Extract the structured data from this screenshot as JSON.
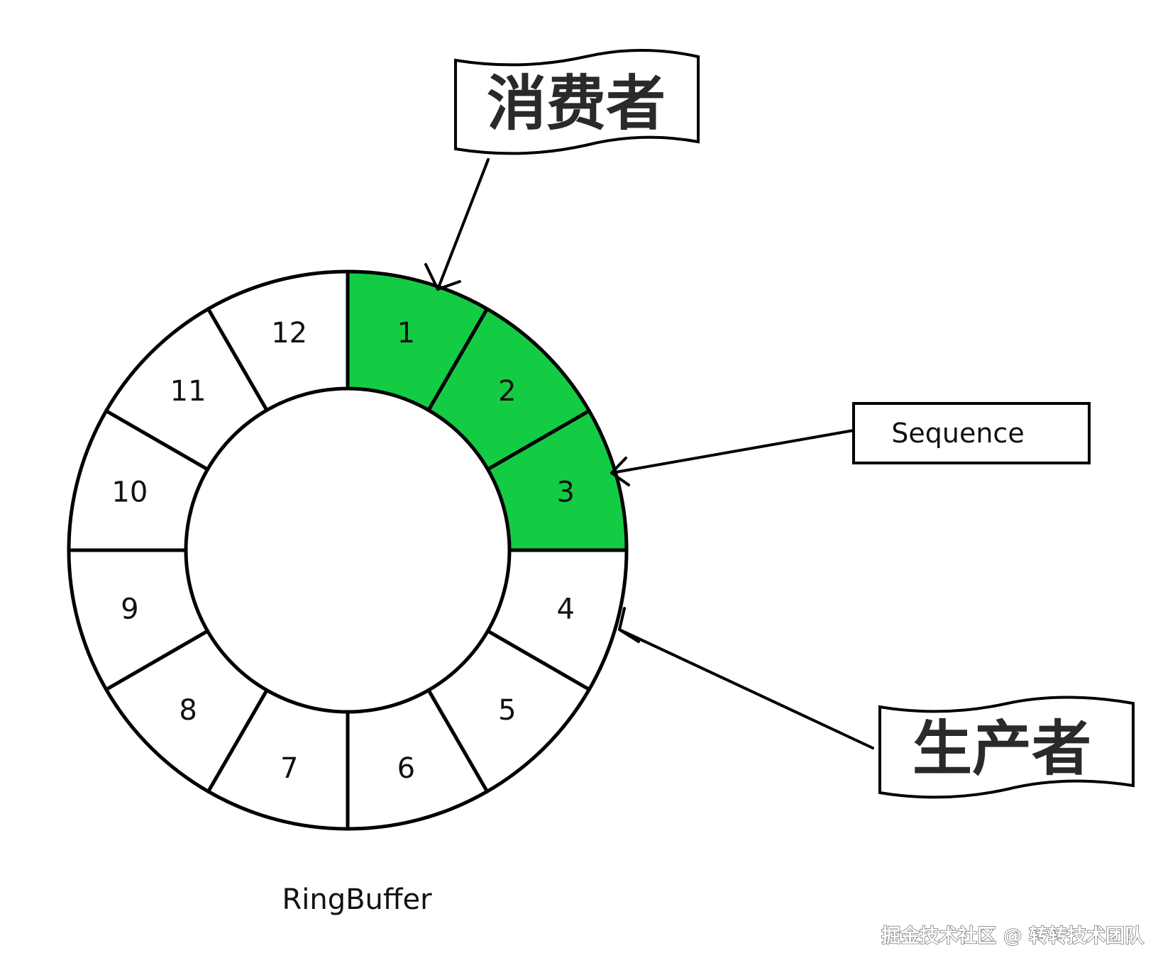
{
  "consumer_label": "消费者",
  "producer_label": "生产者",
  "sequence_label": "Sequence",
  "caption": "RingBuffer",
  "watermark": "掘金技术社区 @ 转转技术团队",
  "colors": {
    "highlight": "#13CC44",
    "stroke": "#000000",
    "background": "#FFFFFF"
  },
  "slots": [
    {
      "label": "1",
      "highlighted": true
    },
    {
      "label": "2",
      "highlighted": true
    },
    {
      "label": "3",
      "highlighted": true
    },
    {
      "label": "4",
      "highlighted": false
    },
    {
      "label": "5",
      "highlighted": false
    },
    {
      "label": "6",
      "highlighted": false
    },
    {
      "label": "7",
      "highlighted": false
    },
    {
      "label": "8",
      "highlighted": false
    },
    {
      "label": "9",
      "highlighted": false
    },
    {
      "label": "10",
      "highlighted": false
    },
    {
      "label": "11",
      "highlighted": false
    },
    {
      "label": "12",
      "highlighted": false
    }
  ]
}
